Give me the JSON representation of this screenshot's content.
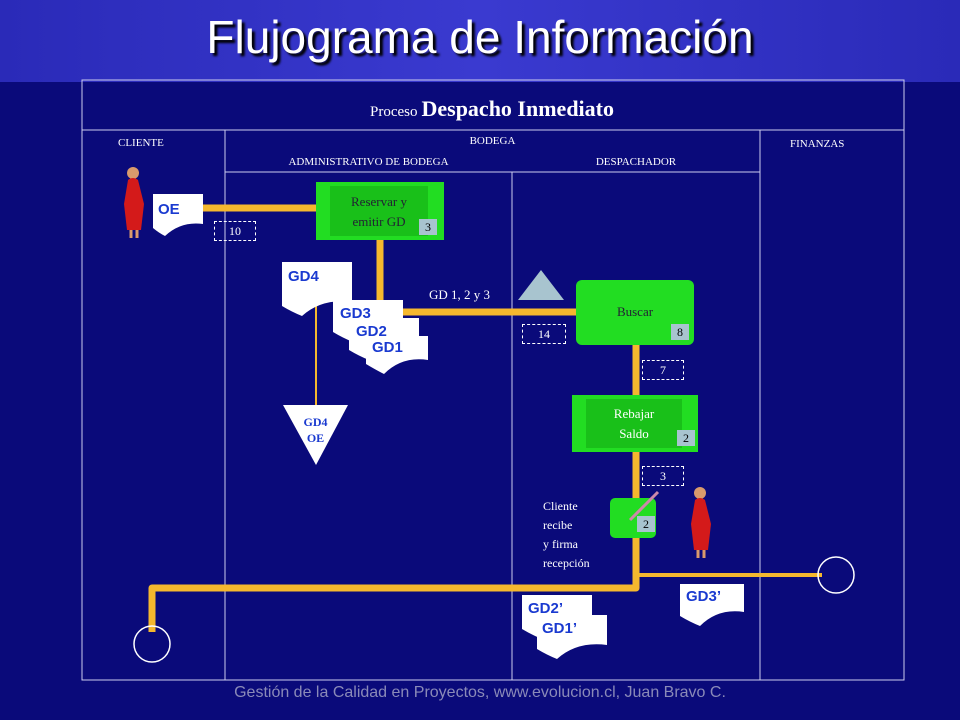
{
  "title": "Flujograma de Información",
  "footer": "Gestión de la Calidad en Proyectos, www.evolucion.cl, Juan Bravo C.",
  "process": {
    "prefix": "Proceso",
    "name": "Despacho Inmediato"
  },
  "lanes": {
    "cliente": "CLIENTE",
    "bodega": "BODEGA",
    "finanzas": "FINANZAS",
    "administrativo": "ADMINISTRATIVO DE BODEGA",
    "despachador": "DESPACHADOR"
  },
  "activities": {
    "reservar": {
      "line1": "Reservar y",
      "line2": "emitir GD",
      "badge": "3"
    },
    "buscar": {
      "label": "Buscar",
      "badge": "8"
    },
    "rebajar": {
      "line1": "Rebajar",
      "line2": "Saldo",
      "badge": "2"
    },
    "recibe": {
      "badge": "2"
    }
  },
  "times": {
    "t10": "10",
    "t14": "14",
    "t7": "7",
    "t3": "3"
  },
  "documents": {
    "oe": "OE",
    "gd4": "GD4",
    "gd3": "GD3",
    "gd2": "GD2",
    "gd1": "GD1",
    "gd3p": "GD3’",
    "gd2p": "GD2’",
    "gd1p": "GD1’"
  },
  "archive": {
    "line1": "GD4",
    "line2": "OE"
  },
  "flow_label": "GD 1, 2 y 3",
  "cliente_note": [
    "Cliente",
    "recibe",
    "y firma",
    "recepción"
  ],
  "colors": {
    "background": "#0a0a7a",
    "flow": "#f5b82e",
    "activity": "#22dd22",
    "document": "#ffffff"
  }
}
